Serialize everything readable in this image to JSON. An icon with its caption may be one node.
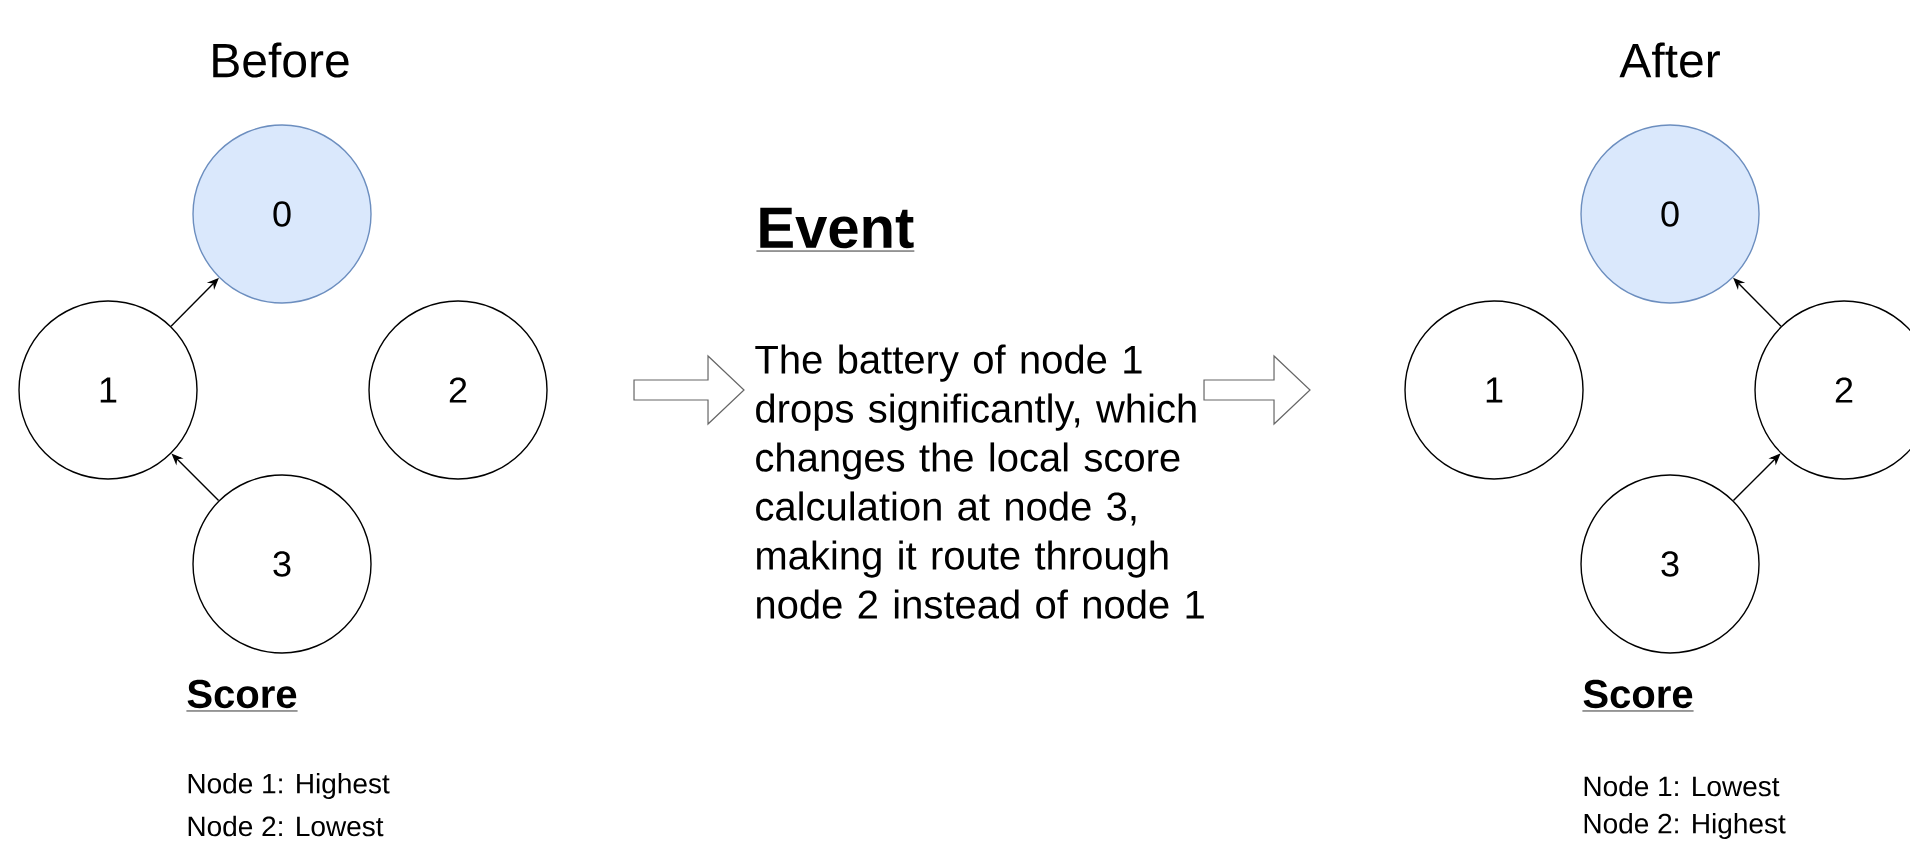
{
  "diagram": {
    "nodes": [
      {
        "text": [
          "0"
        ]
      },
      {
        "text": [
          "1"
        ]
      },
      {
        "text": [
          "2"
        ]
      },
      {
        "text": [
          "3"
        ]
      },
      {
        "text": [
          "0"
        ]
      },
      {
        "text": [
          "1"
        ]
      },
      {
        "text": [
          "2"
        ]
      },
      {
        "text": [
          "3"
        ]
      }
    ],
    "edges": [
      {
        "from": 1,
        "to": 0,
        "arrow": "to"
      },
      {
        "from": 3,
        "to": 1,
        "arrow": "to"
      },
      {
        "from": 6,
        "to": 4,
        "arrow": "to"
      },
      {
        "from": 7,
        "to": 6,
        "arrow": "to"
      }
    ],
    "labels": [
      "Before",
      "Score",
      "Node 1: Highest",
      "Node 2: Lowest",
      "Event",
      "The battery of node 1 drops significantly, which changes the local score calculation at node 3, making it route through node 2 instead of node 1",
      "After",
      "Score",
      "Node 1: Lowest",
      "Node 2: Highest"
    ]
  }
}
